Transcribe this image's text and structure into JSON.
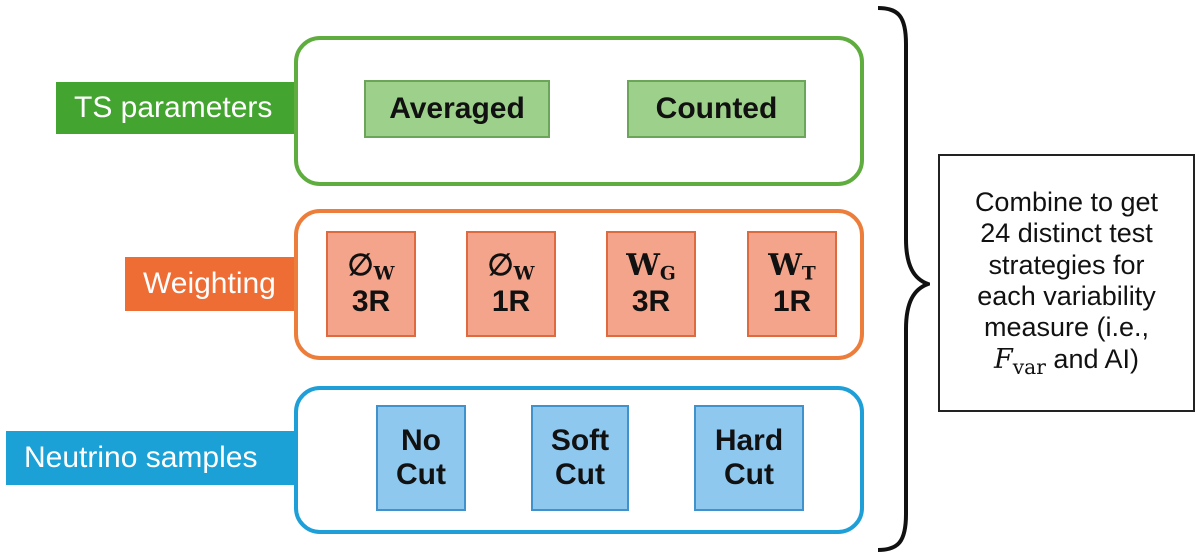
{
  "colors": {
    "green_label": "#43a52f",
    "green_border": "#5fad3f",
    "green_chip_fill": "#9dd18b",
    "green_chip_border": "#6aa55a",
    "orange_label": "#ee6d35",
    "orange_border": "#ed7d3a",
    "orange_chip_fill": "#f4a48a",
    "orange_chip_border": "#e06a40",
    "blue_label": "#1ba1d6",
    "blue_border": "#1e9fd8",
    "blue_chip_fill": "#8ec8ef",
    "blue_chip_border": "#3f92cc"
  },
  "groups": {
    "ts": {
      "label": "TS parameters",
      "items": [
        "Averaged",
        "Counted"
      ]
    },
    "weighting": {
      "label": "Weighting",
      "items": [
        {
          "symbol": "∅",
          "sub": "W",
          "line2": "3R"
        },
        {
          "symbol": "∅",
          "sub": "W",
          "line2": "1R"
        },
        {
          "symbol": "W",
          "sub": "G",
          "line2": "3R"
        },
        {
          "symbol": "W",
          "sub": "T",
          "line2": "1R"
        }
      ]
    },
    "neutrino": {
      "label": "Neutrino samples",
      "items": [
        {
          "line1": "No",
          "line2": "Cut"
        },
        {
          "line1": "Soft",
          "line2": "Cut"
        },
        {
          "line1": "Hard",
          "line2": "Cut"
        }
      ]
    }
  },
  "combine": {
    "lines": [
      "Combine to get",
      "24 distinct test",
      "strategies for",
      "each variability",
      "measure (i.e.,"
    ],
    "last_line": {
      "symbol": "F",
      "sub": "var",
      "rest": " and AI)"
    }
  }
}
